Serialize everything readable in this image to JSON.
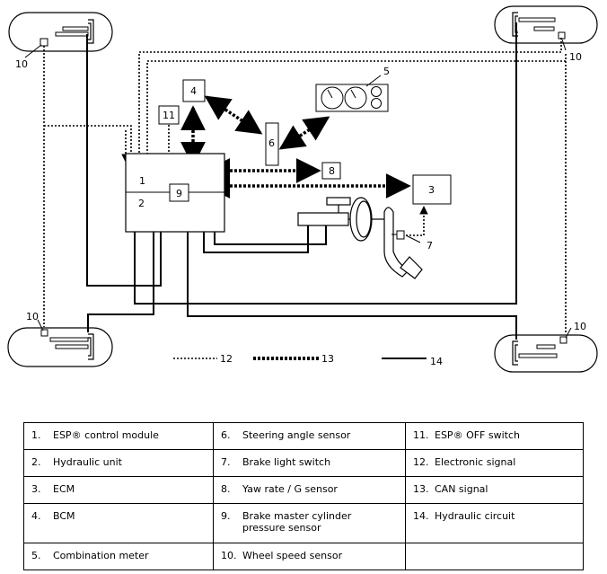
{
  "diagram": {
    "callouts": {
      "c1": "1",
      "c2": "2",
      "c3": "3",
      "c4": "4",
      "c5": "5",
      "c6": "6",
      "c7": "7",
      "c8": "8",
      "c9": "9",
      "c10a": "10",
      "c10b": "10",
      "c10c": "10",
      "c10d": "10",
      "c11": "11",
      "c12": "12",
      "c13": "13",
      "c14": "14"
    }
  },
  "legend": {
    "rows": [
      [
        {
          "num": "1.",
          "label": "ESP® control module"
        },
        {
          "num": "6.",
          "label": "Steering angle sensor"
        },
        {
          "num": "11.",
          "label": "ESP® OFF switch"
        }
      ],
      [
        {
          "num": "2.",
          "label": "Hydraulic unit"
        },
        {
          "num": "7.",
          "label": "Brake light switch"
        },
        {
          "num": "12.",
          "label": "Electronic signal"
        }
      ],
      [
        {
          "num": "3.",
          "label": "ECM"
        },
        {
          "num": "8.",
          "label": "Yaw rate / G sensor"
        },
        {
          "num": "13.",
          "label": "CAN signal"
        }
      ],
      [
        {
          "num": "4.",
          "label": "BCM"
        },
        {
          "num": "9.",
          "label": "Brake master cylinder pressure sensor"
        },
        {
          "num": "14.",
          "label": "Hydraulic circuit"
        }
      ],
      [
        {
          "num": "5.",
          "label": "Combination meter"
        },
        {
          "num": "10.",
          "label": "Wheel speed sensor"
        },
        {
          "num": "",
          "label": ""
        }
      ]
    ]
  }
}
